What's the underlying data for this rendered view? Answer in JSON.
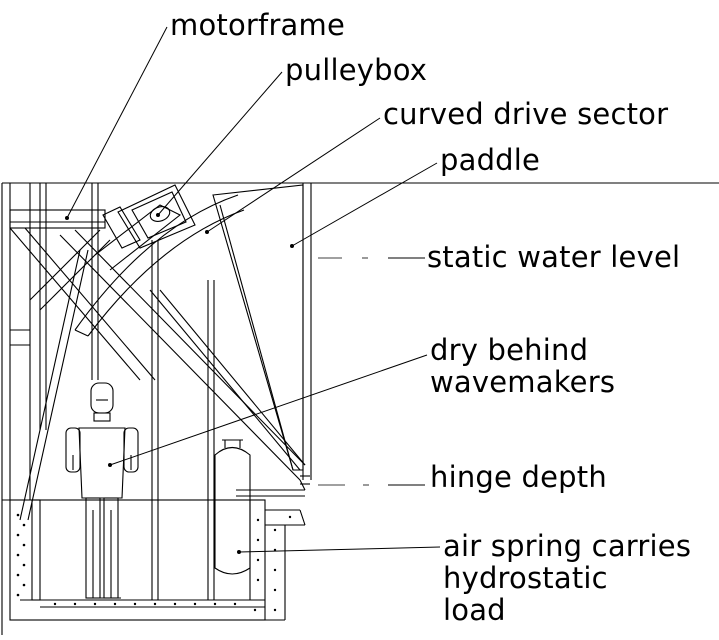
{
  "diagram": {
    "labels": {
      "motorframe": "motorframe",
      "pulleybox": "pulleybox",
      "curved_drive_sector": "curved drive sector",
      "paddle": "paddle",
      "static_water_level": "static water level",
      "dry_behind_line1": "dry behind",
      "dry_behind_line2": "wavemakers",
      "hinge_depth": "hinge depth",
      "air_spring_line1": "air spring carries",
      "air_spring_line2": "hydrostatic",
      "air_spring_line3": "load"
    }
  }
}
